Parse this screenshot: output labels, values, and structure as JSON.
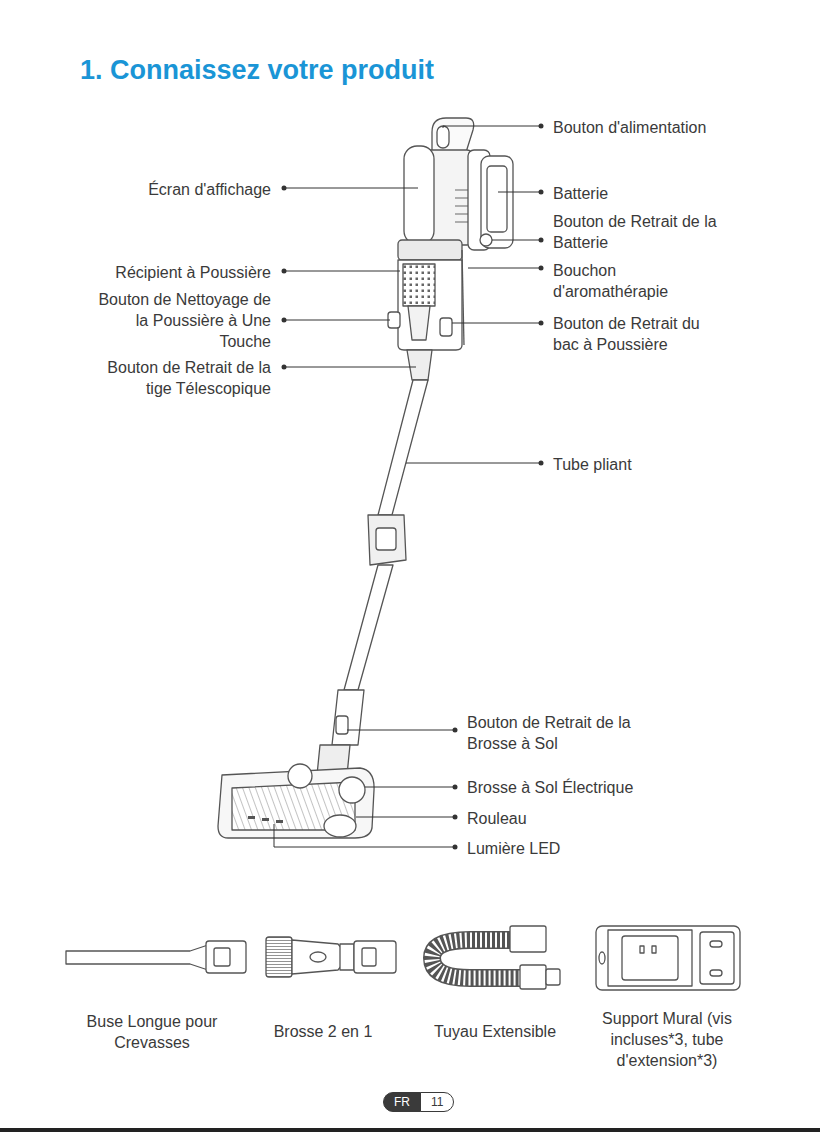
{
  "diagram": {
    "title": "1. Connaissez votre produit",
    "nodes": [
      {
        "text": [
          "FR"
        ]
      },
      {
        "text": [
          "11"
        ]
      }
    ],
    "labels": [
      "Écran d'affichage",
      "Récipient à Poussière",
      "Bouton de Nettoyage de la Poussière à Une Touche",
      "Bouton de Retrait de la tige Télescopique",
      "Bouton d'alimentation",
      "Batterie",
      "Bouton de Retrait de la Batterie",
      "Bouchon d'aromathérapie",
      "Bouton de Retrait du bac à Poussière",
      "Tube pliant",
      "Bouton de Retrait de la Brosse à Sol",
      "Brosse à Sol Électrique",
      "Rouleau",
      "Lumière LED",
      "Buse Longue pour Crevasses",
      "Brosse 2 en 1",
      "Tuyau Extensible",
      "Support Mural (vis incluses*3, tube d'extension*3)"
    ]
  }
}
